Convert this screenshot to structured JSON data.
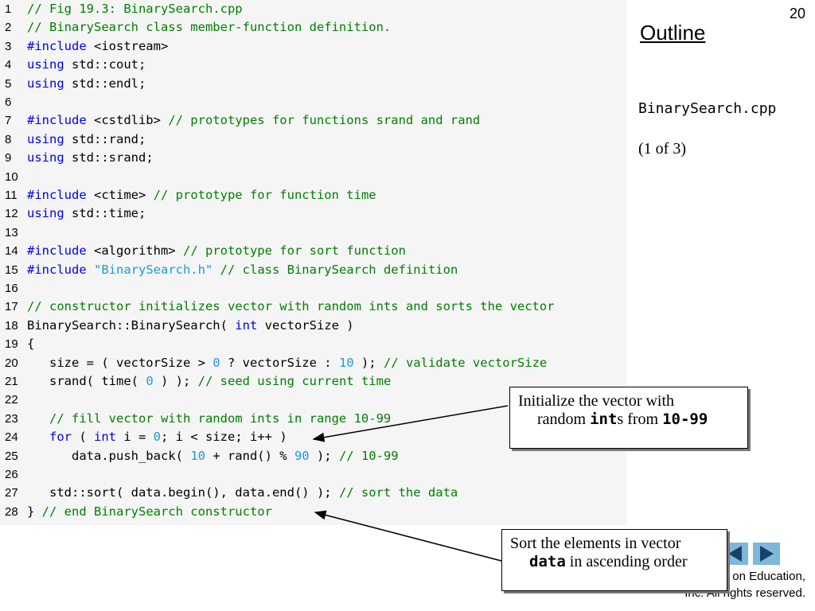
{
  "slide": {
    "number": "20",
    "outline_title": "Outline",
    "file_name": "BinarySearch.cpp",
    "page_indicator": "(1 of 3)"
  },
  "code_lines": [
    {
      "n": "1",
      "tokens": [
        {
          "t": "// Fig 19.3: BinarySearch.cpp",
          "c": "cm"
        }
      ]
    },
    {
      "n": "2",
      "tokens": [
        {
          "t": "// BinarySearch class member-function definition.",
          "c": "cm"
        }
      ]
    },
    {
      "n": "3",
      "tokens": [
        {
          "t": "#include",
          "c": "kw"
        },
        {
          "t": " <iostream>",
          "c": "n"
        }
      ]
    },
    {
      "n": "4",
      "tokens": [
        {
          "t": "using",
          "c": "kw"
        },
        {
          "t": " std::cout;",
          "c": "n"
        }
      ]
    },
    {
      "n": "5",
      "tokens": [
        {
          "t": "using",
          "c": "kw"
        },
        {
          "t": " std::endl;",
          "c": "n"
        }
      ]
    },
    {
      "n": "6",
      "tokens": []
    },
    {
      "n": "7",
      "tokens": [
        {
          "t": "#include",
          "c": "kw"
        },
        {
          "t": " <cstdlib> ",
          "c": "n"
        },
        {
          "t": "// prototypes for functions srand and rand",
          "c": "cm"
        }
      ]
    },
    {
      "n": "8",
      "tokens": [
        {
          "t": "using",
          "c": "kw"
        },
        {
          "t": " std::rand;",
          "c": "n"
        }
      ]
    },
    {
      "n": "9",
      "tokens": [
        {
          "t": "using",
          "c": "kw"
        },
        {
          "t": " std::srand;",
          "c": "n"
        }
      ]
    },
    {
      "n": "10",
      "tokens": []
    },
    {
      "n": "11",
      "tokens": [
        {
          "t": "#include",
          "c": "kw"
        },
        {
          "t": " <ctime> ",
          "c": "n"
        },
        {
          "t": "// prototype for function time",
          "c": "cm"
        }
      ]
    },
    {
      "n": "12",
      "tokens": [
        {
          "t": "using",
          "c": "kw"
        },
        {
          "t": " std::time;",
          "c": "n"
        }
      ]
    },
    {
      "n": "13",
      "tokens": []
    },
    {
      "n": "14",
      "tokens": [
        {
          "t": "#include",
          "c": "kw"
        },
        {
          "t": " <algorithm> ",
          "c": "n"
        },
        {
          "t": "// prototype for sort function",
          "c": "cm"
        }
      ]
    },
    {
      "n": "15",
      "tokens": [
        {
          "t": "#include",
          "c": "kw"
        },
        {
          "t": " ",
          "c": "n"
        },
        {
          "t": "\"BinarySearch.h\"",
          "c": "str"
        },
        {
          "t": " ",
          "c": "n"
        },
        {
          "t": "// class BinarySearch definition",
          "c": "cm"
        }
      ]
    },
    {
      "n": "16",
      "tokens": []
    },
    {
      "n": "17",
      "tokens": [
        {
          "t": "// constructor initializes vector with random ints and sorts the vector",
          "c": "cm"
        }
      ]
    },
    {
      "n": "18",
      "tokens": [
        {
          "t": "BinarySearch::BinarySearch( ",
          "c": "n"
        },
        {
          "t": "int",
          "c": "kw"
        },
        {
          "t": " vectorSize )",
          "c": "n"
        }
      ]
    },
    {
      "n": "19",
      "tokens": [
        {
          "t": "{",
          "c": "n"
        }
      ]
    },
    {
      "n": "20",
      "tokens": [
        {
          "t": "   size = ( vectorSize > ",
          "c": "n"
        },
        {
          "t": "0",
          "c": "num"
        },
        {
          "t": " ? vectorSize : ",
          "c": "n"
        },
        {
          "t": "10",
          "c": "num"
        },
        {
          "t": " ); ",
          "c": "n"
        },
        {
          "t": "// validate vectorSize",
          "c": "cm"
        }
      ]
    },
    {
      "n": "21",
      "tokens": [
        {
          "t": "   srand( time( ",
          "c": "n"
        },
        {
          "t": "0",
          "c": "num"
        },
        {
          "t": " ) ); ",
          "c": "n"
        },
        {
          "t": "// seed using current time",
          "c": "cm"
        }
      ]
    },
    {
      "n": "22",
      "tokens": []
    },
    {
      "n": "23",
      "tokens": [
        {
          "t": "   // fill vector with random ints in range 10-99",
          "c": "cm"
        }
      ]
    },
    {
      "n": "24",
      "tokens": [
        {
          "t": "   ",
          "c": "n"
        },
        {
          "t": "for",
          "c": "kw"
        },
        {
          "t": " ( ",
          "c": "n"
        },
        {
          "t": "int",
          "c": "kw"
        },
        {
          "t": " i = ",
          "c": "n"
        },
        {
          "t": "0",
          "c": "num"
        },
        {
          "t": "; i < size; i++ )",
          "c": "n"
        }
      ]
    },
    {
      "n": "25",
      "tokens": [
        {
          "t": "      data.push_back( ",
          "c": "n"
        },
        {
          "t": "10",
          "c": "num"
        },
        {
          "t": " + rand() % ",
          "c": "n"
        },
        {
          "t": "90",
          "c": "num"
        },
        {
          "t": " ); ",
          "c": "n"
        },
        {
          "t": "// 10-99",
          "c": "cm"
        }
      ]
    },
    {
      "n": "26",
      "tokens": []
    },
    {
      "n": "27",
      "tokens": [
        {
          "t": "   std::sort( data.begin(), data.end() ); ",
          "c": "n"
        },
        {
          "t": "// sort the data",
          "c": "cm"
        }
      ]
    },
    {
      "n": "28",
      "tokens": [
        {
          "t": "} ",
          "c": "n"
        },
        {
          "t": "// end BinarySearch constructor",
          "c": "cm"
        }
      ]
    }
  ],
  "callouts": {
    "init": {
      "line1": "Initialize the vector with",
      "pre": "random ",
      "code1": "int",
      "mid": "s from ",
      "code2": "10-99"
    },
    "sort": {
      "line1": "Sort the elements in vector",
      "code": "data",
      "rest": " in ascending order"
    }
  },
  "copyright": {
    "line1": "on Education,",
    "line2": "Inc.  All rights reserved."
  },
  "colors": {
    "comment": "#008000",
    "keyword": "#0000ee",
    "number": "#1a9be0",
    "panel_bg": "#f5f5f5",
    "nav_bg": "#7fb7d9",
    "nav_arrow": "#1a3f6b"
  },
  "nav": {
    "prev_icon": "triangle-left",
    "next_icon": "triangle-right"
  }
}
